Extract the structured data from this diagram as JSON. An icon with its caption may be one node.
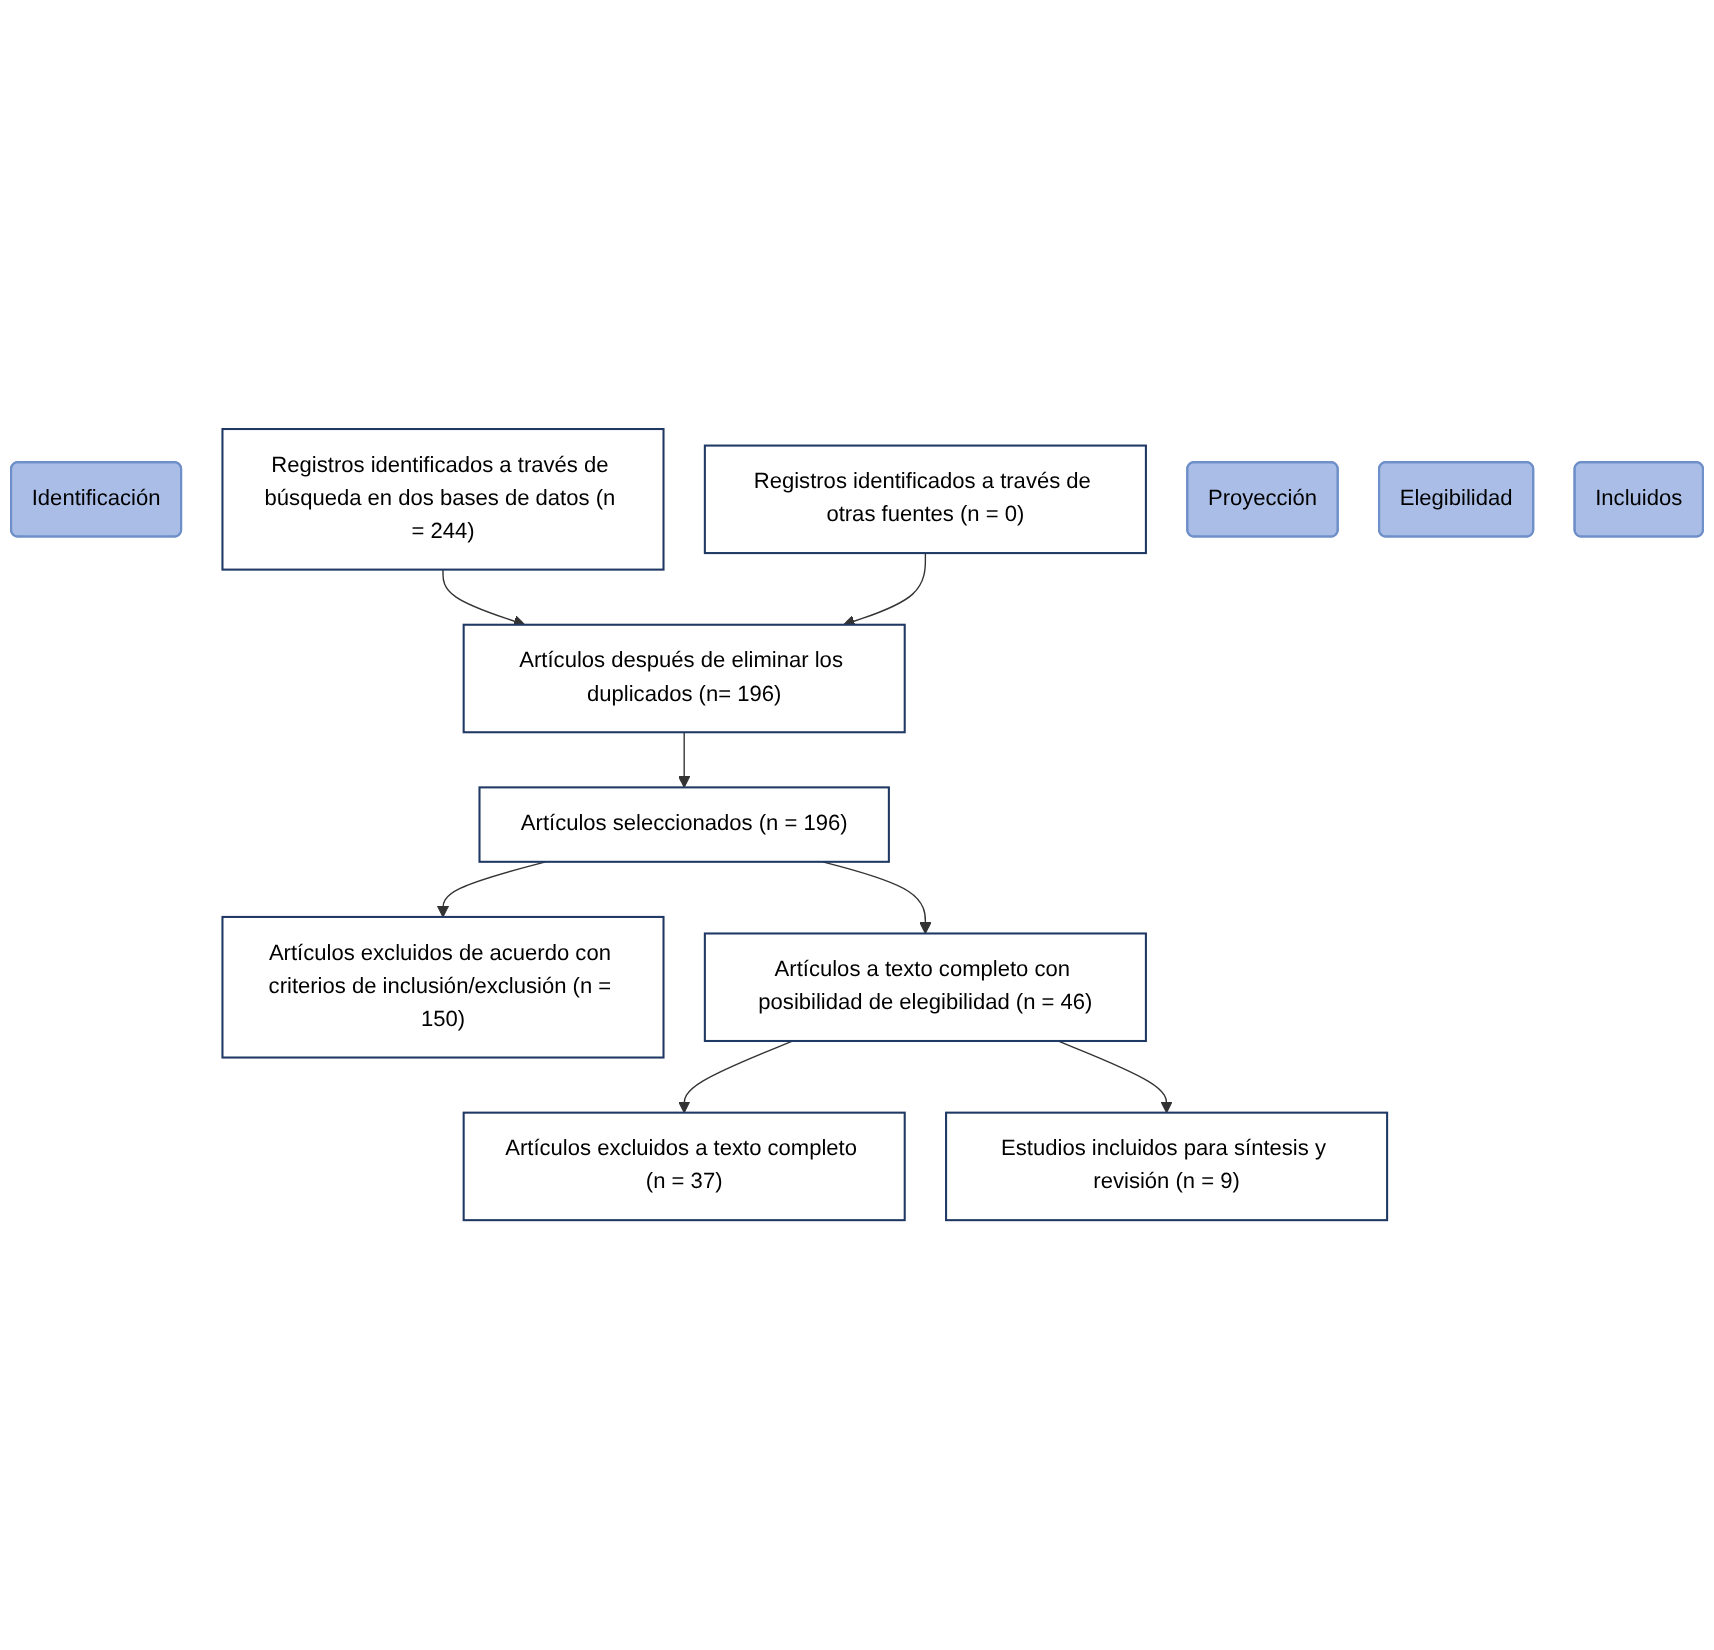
{
  "diagram": {
    "nodes": [
      {
        "text": [
          "Identificación"
        ]
      },
      {
        "text": [
          "Registros identificados a través de búsqueda en dos bases de datos (n = 244)"
        ]
      },
      {
        "text": [
          "Registros identificados a través de otras fuentes (n = 0)"
        ]
      },
      {
        "text": [
          "Proyección"
        ]
      },
      {
        "text": [
          "Artículos después de eliminar los duplicados (n= 196)"
        ]
      },
      {
        "text": [
          "Artículos seleccionados (n = 196)"
        ]
      },
      {
        "text": [
          "Artículos excluidos de acuerdo con criterios de inclusión/exclusión (n = 150)"
        ]
      },
      {
        "text": [
          "Elegibilidad"
        ]
      },
      {
        "text": [
          "Artículos a texto completo con posibilidad de elegibilidad (n = 46)"
        ]
      },
      {
        "text": [
          "Artículos excluidos a texto completo (n = 37)"
        ]
      },
      {
        "text": [
          "Incluidos"
        ]
      },
      {
        "text": [
          "Estudios incluidos para síntesis y revisión (n = 9)"
        ]
      }
    ],
    "edges": [
      {
        "from": 1,
        "to": 4,
        "arrow": "to"
      },
      {
        "from": 2,
        "to": 4,
        "arrow": "to"
      },
      {
        "from": 4,
        "to": 5,
        "arrow": "to"
      },
      {
        "from": 5,
        "to": 6,
        "arrow": "to"
      },
      {
        "from": 5,
        "to": 8,
        "arrow": "to"
      },
      {
        "from": 8,
        "to": 9,
        "arrow": "to"
      },
      {
        "from": 8,
        "to": 11,
        "arrow": "to"
      }
    ]
  }
}
